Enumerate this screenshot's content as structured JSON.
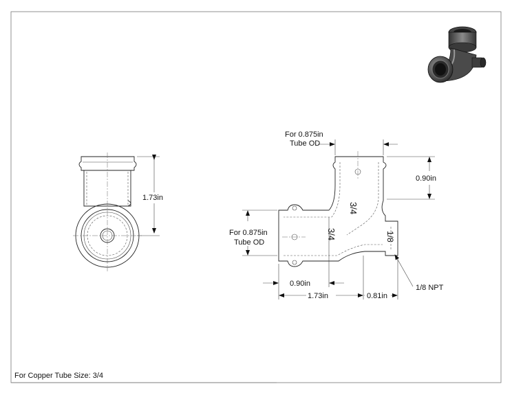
{
  "front_view": {
    "height_dim": "1.73in"
  },
  "side_view": {
    "top_tube_label_line1": "For 0.875in",
    "top_tube_label_line2": "Tube OD",
    "left_tube_label_line1": "For 0.875in",
    "left_tube_label_line2": "Tube OD",
    "dim_vertical_right": "0.90in",
    "dim_bottom_inner": "0.90in",
    "dim_bottom_total": "1.73in",
    "dim_bottom_right": "0.81in",
    "npt_callout": "1/8 NPT",
    "marking_vertical": "3/4",
    "marking_horizontal": "3/4",
    "marking_port": "1/8"
  },
  "footer": {
    "note": "For Copper Tube Size: 3/4"
  }
}
